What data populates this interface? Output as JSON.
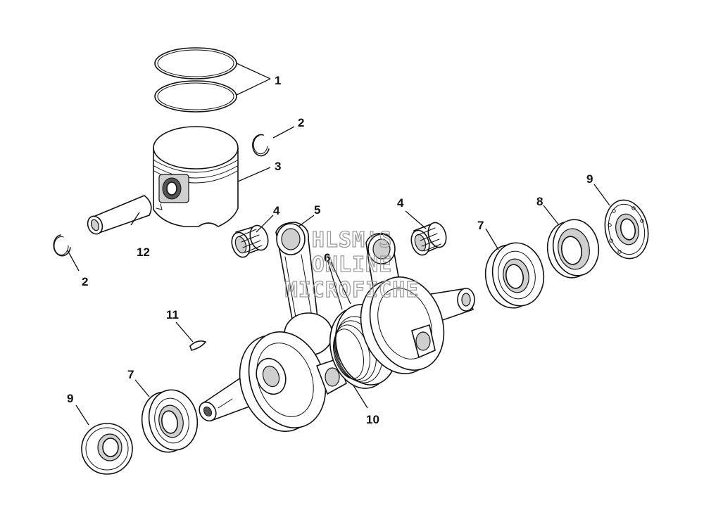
{
  "diagram": {
    "callouts": [
      "1",
      "2",
      "3",
      "4",
      "5",
      "6",
      "7",
      "8",
      "9",
      "10",
      "11",
      "12"
    ],
    "watermark": [
      "HLSM'S",
      "ONLINE",
      "MICROFICHE"
    ]
  }
}
